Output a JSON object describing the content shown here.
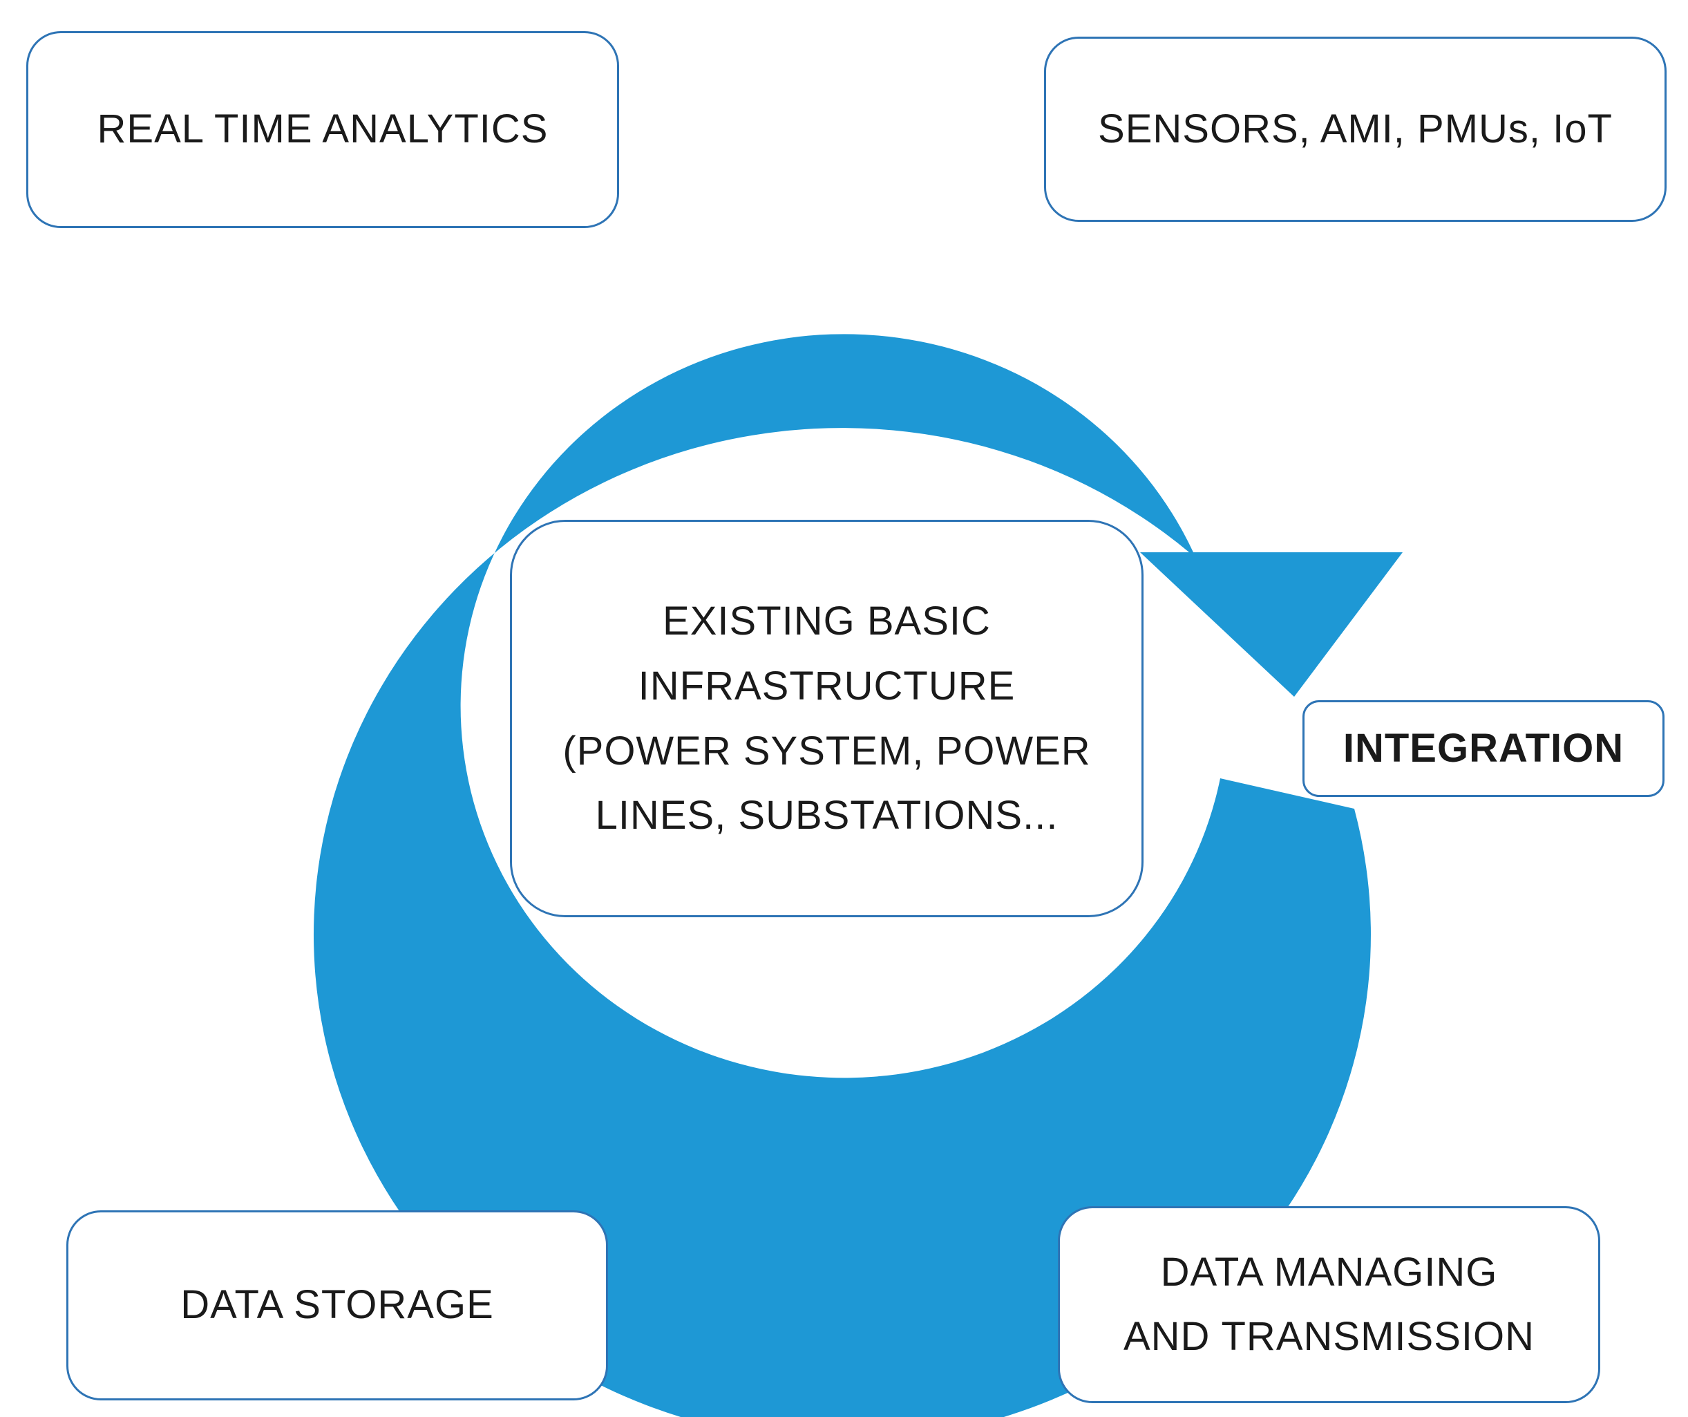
{
  "colors": {
    "arrow": "#1e98d5",
    "box_border": "#2e74b5",
    "background": "#ffffff",
    "text": "#1a1a1a"
  },
  "center": {
    "lines": [
      "EXISTING BASIC",
      "INFRASTRUCTURE",
      "(POWER SYSTEM, POWER",
      "LINES, SUBSTATIONS..."
    ]
  },
  "stages": {
    "analytics": "REAL TIME ANALYTICS",
    "sensors": "SENSORS, AMI, PMUs, IoT",
    "integration": "INTEGRATION",
    "storage": "DATA STORAGE",
    "transmission": [
      "DATA MANAGING",
      "AND TRANSMISSION"
    ]
  }
}
